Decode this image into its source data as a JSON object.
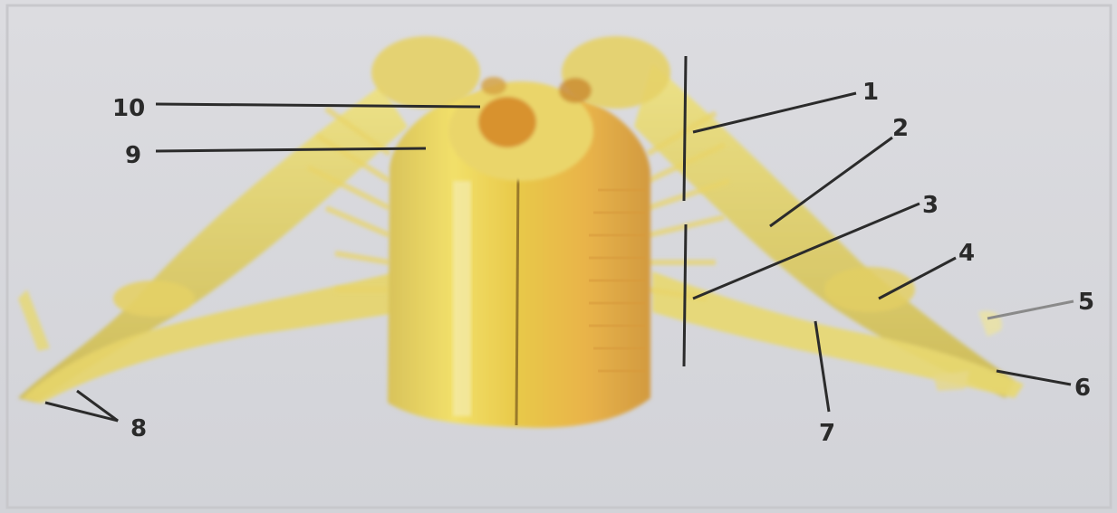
{
  "figure": {
    "labels": [
      "10",
      "9",
      "1",
      "2",
      "3",
      "4",
      "5",
      "6",
      "7",
      "8"
    ]
  }
}
